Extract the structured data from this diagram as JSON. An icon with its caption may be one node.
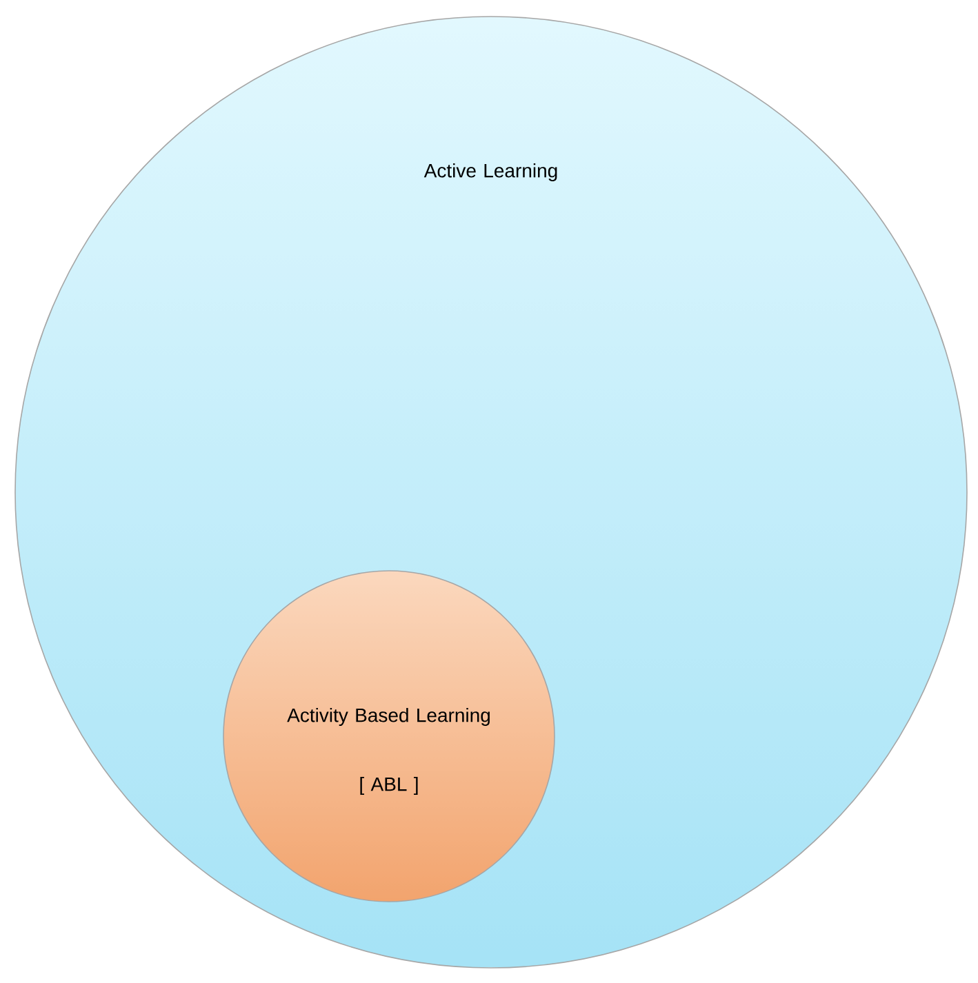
{
  "diagram": {
    "nodes": [
      {
        "text": [
          "Active Learning"
        ]
      },
      {
        "text": [
          "Activity Based Learning",
          "[ ABL ]"
        ],
        "in": 0
      }
    ]
  }
}
